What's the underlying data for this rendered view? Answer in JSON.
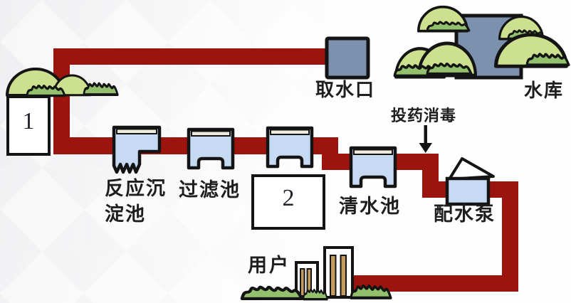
{
  "labels": {
    "blank1": "1",
    "blank2": "2",
    "intake": "取水口",
    "reservoir": "水库",
    "dosing": "投药消毒",
    "sedimentation_line1": "反应沉",
    "sedimentation_line2": "淀池",
    "filter": "过滤池",
    "clear_water": "清水池",
    "pump": "配水泵",
    "users": "用户"
  },
  "colors": {
    "pipe": "#9b140e",
    "tank_water": "#c7daf4",
    "tank_lid": "#efebdd",
    "deep_water": "#7b91ad",
    "hill": "#cde08f",
    "grass": "#92c06c",
    "building_stripe": "#c49d5e",
    "box_fill": "#ffffff",
    "outline": "#141414"
  }
}
